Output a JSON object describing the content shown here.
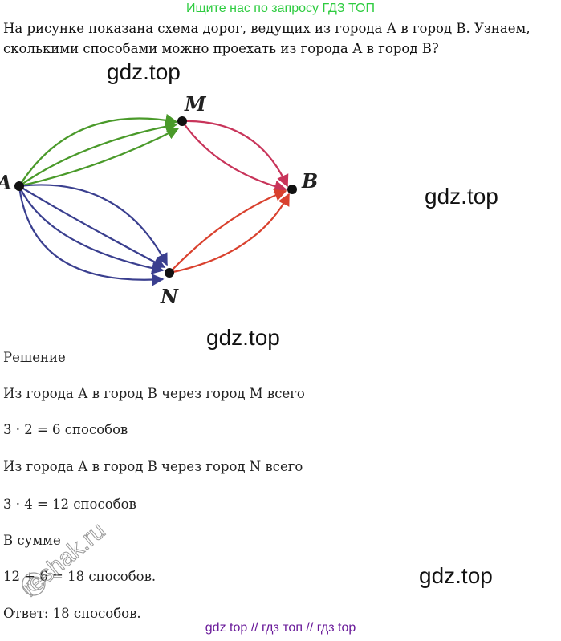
{
  "banner": "Ищите нас по запросу ГДЗ ТОП",
  "task": {
    "line1": "На рисунке показана схема дорог, ведущих из города А в город В. Узнаем,",
    "line2": "сколькими способами можно проехать из города А в город В?"
  },
  "watermarks": [
    "gdz.top",
    "gdz.top",
    "gdz.top",
    "gdz.top"
  ],
  "diagram": {
    "nodes": {
      "a": "A",
      "m": "M",
      "b": "B",
      "n": "N"
    },
    "colors": {
      "a_m": "#4a9a2a",
      "m_b": "#c8345a",
      "a_n": "#3a3f8f",
      "n_b": "#d9412e"
    }
  },
  "solution": {
    "heading": "Решение",
    "lines": [
      "Из города А в город В через город М всего",
      "3 · 2 = 6 способов",
      "Из города А в город В через город N всего",
      "3 · 4 = 12 способов",
      "В сумме",
      "12 + 6 = 18 способов.",
      "Ответ: 18 способов."
    ]
  },
  "footer": "gdz top  //  гдз топ  //  гдз top",
  "reshak": "reshak.ru"
}
